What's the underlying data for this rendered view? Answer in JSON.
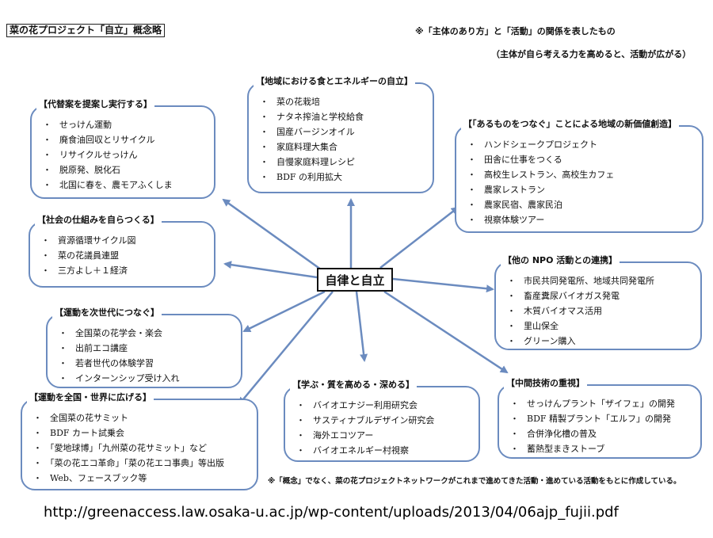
{
  "header": {
    "title": "菜の花プロジェクト「自立」概念略",
    "note_line1": "※「主体のあり方」と「活動」の関係を表したもの",
    "note_line2": "（主体が自ら考える力を高めると、活動が広がる）"
  },
  "center": {
    "label": "自律と自立"
  },
  "boxes": {
    "alternatives": {
      "title": "【代替案を提案し実行する】",
      "items": [
        "せっけん運動",
        "廃食油回収とリサイクル",
        "リサイクルせっけん",
        "脱原発、脱化石",
        "北国に春を、農モアふくしま"
      ]
    },
    "local_food": {
      "title": "【地域における食とエネルギーの自立】",
      "items": [
        "菜の花栽培",
        "ナタネ搾油と学校給食",
        "国産バージンオイル",
        "家庭料理大集合",
        "自慢家庭料理レシピ",
        "BDF の利用拡大"
      ]
    },
    "connect": {
      "title": "【「あるものをつなぐ」ことによる地域の新価値創造】",
      "items": [
        "ハンドシェークプロジェクト",
        "田舎に仕事をつくる",
        "高校生レストラン、高校生カフェ",
        "農家レストラン",
        "農家民宿、農家民泊",
        "視察体験ツアー"
      ]
    },
    "social_system": {
      "title": "【社会の仕組みを自らつくる】",
      "items": [
        "資源循環サイクル図",
        "菜の花議員連盟",
        "三方よし＋１経済"
      ]
    },
    "npo": {
      "title": "【他の NPO 活動との連携】",
      "items": [
        "市民共同発電所、地域共同発電所",
        "畜産糞尿バイオガス発電",
        "木質バイオマス活用",
        "里山保全",
        "グリーン購入"
      ]
    },
    "next_generation": {
      "title": "【運動を次世代につなぐ】",
      "items": [
        "全国菜の花学会・楽会",
        "出前エコ講座",
        "若者世代の体験学習",
        "インターンシップ受け入れ"
      ]
    },
    "spread": {
      "title": "【運動を全国・世界に広げる】",
      "items": [
        "全国菜の花サミット",
        "BDF カート試乗会",
        "「愛地球博」「九州菜の花サミット」など",
        "「菜の花エコ革命」「菜の花エコ事典」等出版",
        "Web、フェースブック等"
      ]
    },
    "learning": {
      "title": "【学ぶ・質を高める・深める】",
      "items": [
        "バイオエナジー利用研究会",
        "サスティナブルデザイン研究会",
        "海外エコツアー",
        "バイオエネルギー村視察"
      ]
    },
    "intermediate_tech": {
      "title": "【中間技術の重視】",
      "items": [
        "せっけんプラント「ザイフェ」の開発",
        "BDF 精製プラント「エルフ」の開発",
        "合併浄化槽の普及",
        "蓄熱型まきストーブ"
      ]
    }
  },
  "footnote": "※「概念」でなく、菜の花プロジェクトネットワークがこれまで進めてきた活動・進めている活動をもとに作成している。",
  "source_url": "http://greenaccess.law.osaka-u.ac.jp/wp-content/uploads/2013/04/06ajp_fujii.pdf",
  "colors": {
    "box_border": "#6b8bbf",
    "arrow": "#6b8bbf",
    "text": "#111111"
  }
}
